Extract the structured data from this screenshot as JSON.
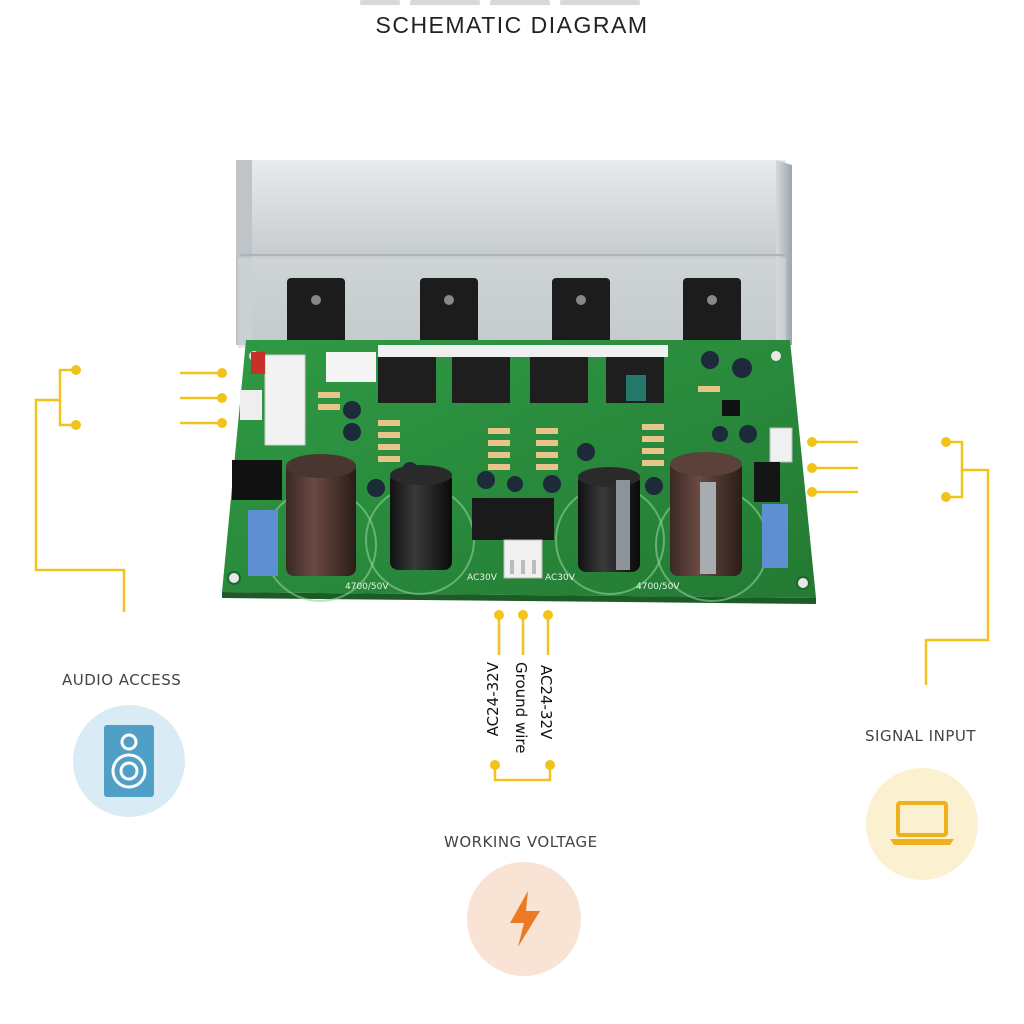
{
  "title": "SCHEMATIC DIAGRAM",
  "labels": {
    "audio_access": "AUDIO ACCESS",
    "signal_input": "SIGNAL INPUT",
    "working_voltage": "WORKING VOLTAGE"
  },
  "wires": {
    "left": "AC24-32V",
    "middle": "Ground wire",
    "right": "AC24-32V"
  },
  "board_text": {
    "cap_left": "4700/50V",
    "cap_right": "4700/50V",
    "ac_left": "AC30V",
    "ac_right": "AC30V"
  },
  "colors": {
    "wire": "#f2c31b",
    "board": "#2f8a3c",
    "audio_bg": "#d9ecf5",
    "audio_icon": "#4f9fc7",
    "input_bg": "#fbf0cf",
    "input_icon": "#f0b21c",
    "voltage_bg": "#f9e3d4",
    "voltage_icon": "#ea7a25"
  },
  "icons": [
    "speaker-icon",
    "laptop-icon",
    "lightning-icon"
  ]
}
